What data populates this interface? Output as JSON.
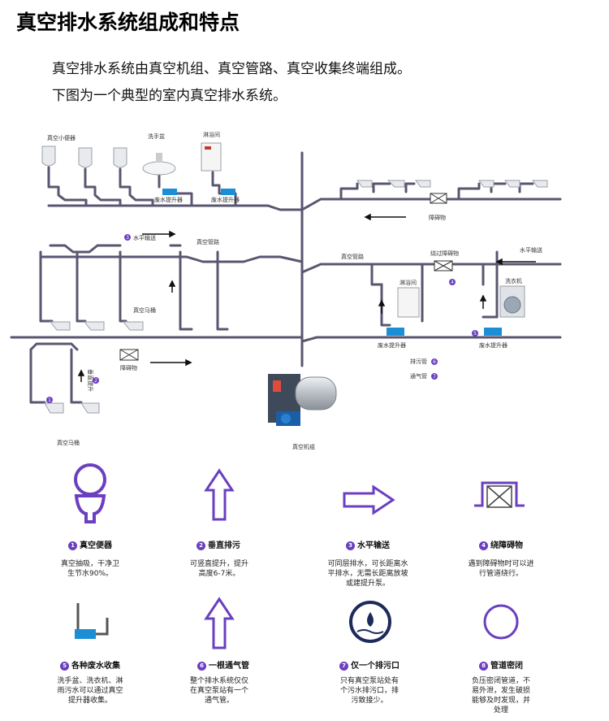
{
  "title": "真空排水系统组成和特点",
  "intro": [
    "真空排水系统由真空机组、真空管路、真空收集终端组成。",
    "下图为一个典型的室内真空排水系统。"
  ],
  "diagram": {
    "labels": {
      "urinal": "真空小便器",
      "basin": "洗手盆",
      "shower_top": "淋浴间",
      "lift1": "废水提升器",
      "lift2": "废水提升器",
      "obstacle_top": "障碍物",
      "horizontal1": "水平输送",
      "pipe1": "真空管路",
      "toilet_mid": "真空马桶",
      "obstacle_mid": "障碍物",
      "vertical": "垂直提升",
      "toilet_bottom": "真空马桶",
      "pipe2": "真空管路",
      "bypass": "绕过障碍物",
      "horizontal2": "水平输送",
      "shower_right": "淋浴间",
      "washer": "洗衣机",
      "lift3": "废水提升器",
      "lift4": "废水提升器",
      "drain": "排污管",
      "vent": "通气管",
      "unit": "真空机组"
    },
    "numbers": [
      "1",
      "2",
      "3",
      "4",
      "5",
      "6",
      "7"
    ]
  },
  "features": [
    {
      "num": "1",
      "title": "真空便器",
      "desc": [
        "真空抽吸，干净卫",
        "生节水90%。"
      ]
    },
    {
      "num": "2",
      "title": "垂直排污",
      "desc": [
        "可竖直提升，提升",
        "高度6-7米。"
      ]
    },
    {
      "num": "3",
      "title": "水平输送",
      "desc": [
        "可同层排水，可长距离水",
        "平排水，无需长距离放坡",
        "或建提升泵。"
      ]
    },
    {
      "num": "4",
      "title": "绕障碍物",
      "desc": [
        "遇到障碍物时可以进",
        "行管道绕行。"
      ]
    },
    {
      "num": "5",
      "title": "各种废水收集",
      "desc": [
        "洗手盆、洗衣机、淋",
        "雨污水可以通过真空",
        "提升器收集。"
      ]
    },
    {
      "num": "6",
      "title": "一根通气管",
      "desc": [
        "整个排水系统仅仅",
        "在真空泵站有一个",
        "通气管。"
      ]
    },
    {
      "num": "7",
      "title": "仅一个排污口",
      "desc": [
        "只有真空泵站处有",
        "个污水排污口，排",
        "污致接少。"
      ]
    },
    {
      "num": "8",
      "title": "管道密闭",
      "desc": [
        "负压密闭管道，不",
        "易外泄，发生破损",
        "能够及时发现，并",
        "处理"
      ]
    }
  ],
  "colors": {
    "pipe": "#5a5670",
    "accent": "#6b3fbf",
    "lift": "#1b8ed6"
  }
}
